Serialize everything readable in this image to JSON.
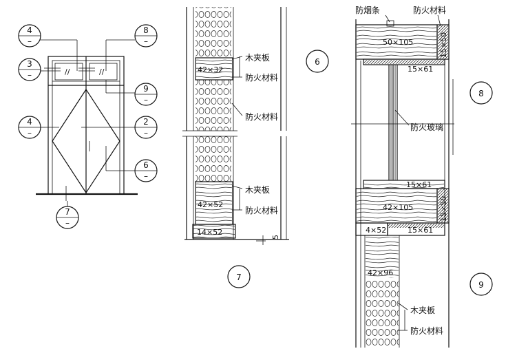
{
  "elevation": {
    "callouts": [
      {
        "num": "4",
        "sub": "–"
      },
      {
        "num": "8",
        "sub": "–"
      },
      {
        "num": "3",
        "sub": "–"
      },
      {
        "num": "9",
        "sub": "–"
      },
      {
        "num": "4",
        "sub": "–"
      },
      {
        "num": "2",
        "sub": "–"
      },
      {
        "num": "6",
        "sub": "–"
      },
      {
        "num": "7",
        "sub": "–"
      }
    ]
  },
  "section7": {
    "labels": {
      "plywood_top": "木夹板",
      "fire_top": "防火材料",
      "fire_mid": "防火材料",
      "plywood_bot": "木夹板",
      "fire_bot": "防火材料"
    },
    "dims": {
      "d1": "42×32",
      "d2": "42×52",
      "d3": "14×52",
      "d4": "5"
    },
    "marks": {
      "m6": "6",
      "m7": "7"
    }
  },
  "section8": {
    "labels": {
      "smoke_strip": "防烟条",
      "fire_mat": "防火材料",
      "fire_glass": "防火玻璃",
      "plywood": "木夹板",
      "fire_mat_bot": "防火材料"
    },
    "dims": {
      "a": "50×105",
      "b": "15×50",
      "c": "15×61",
      "d": "15×61",
      "e": "42×105",
      "f": "15×50",
      "g": "4×52",
      "h": "15×61",
      "i": "42×96"
    },
    "marks": {
      "m8": "8",
      "m9": "9"
    }
  }
}
